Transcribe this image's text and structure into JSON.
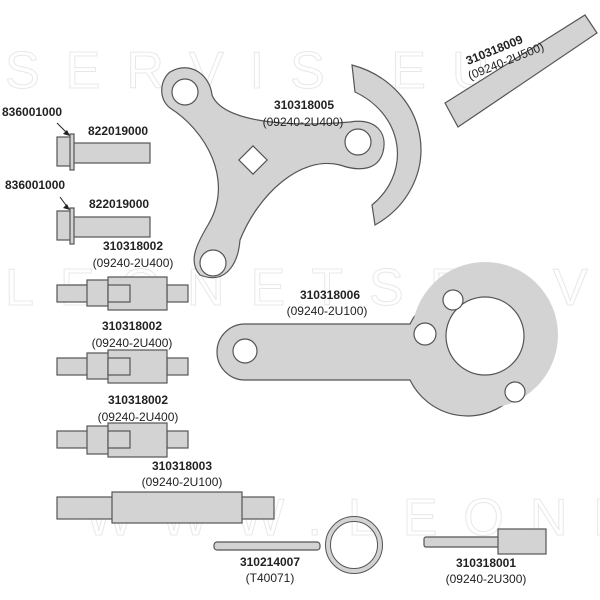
{
  "watermarks": [
    "SERVIS.EU",
    "LEONETSERVIS",
    "WWW.LEONET"
  ],
  "parts": {
    "bolt1": {
      "washer": "836001000",
      "bolt": "822019000"
    },
    "bolt2": {
      "washer": "836001000",
      "bolt": "822019000"
    },
    "pin1": {
      "number": "310318002",
      "oem": "(09240-2U400)"
    },
    "pin2": {
      "number": "310318002",
      "oem": "(09240-2U400)"
    },
    "pin3": {
      "number": "310318002",
      "oem": "(09240-2U400)"
    },
    "shaft": {
      "number": "310318003",
      "oem": "(09240-2U100)"
    },
    "three_arm_holder": {
      "number": "310318005",
      "oem": "(09240-2U400)"
    },
    "half_ring_tool": {
      "number": "310318009",
      "oem": "(09240-2U500)"
    },
    "pulley_holder": {
      "number": "310318006",
      "oem": "(09240-2U100)"
    },
    "ring_pin": {
      "number": "310214007",
      "oem": "(T40071)"
    },
    "locking_pin": {
      "number": "310318001",
      "oem": "(09240-2U300)"
    }
  }
}
